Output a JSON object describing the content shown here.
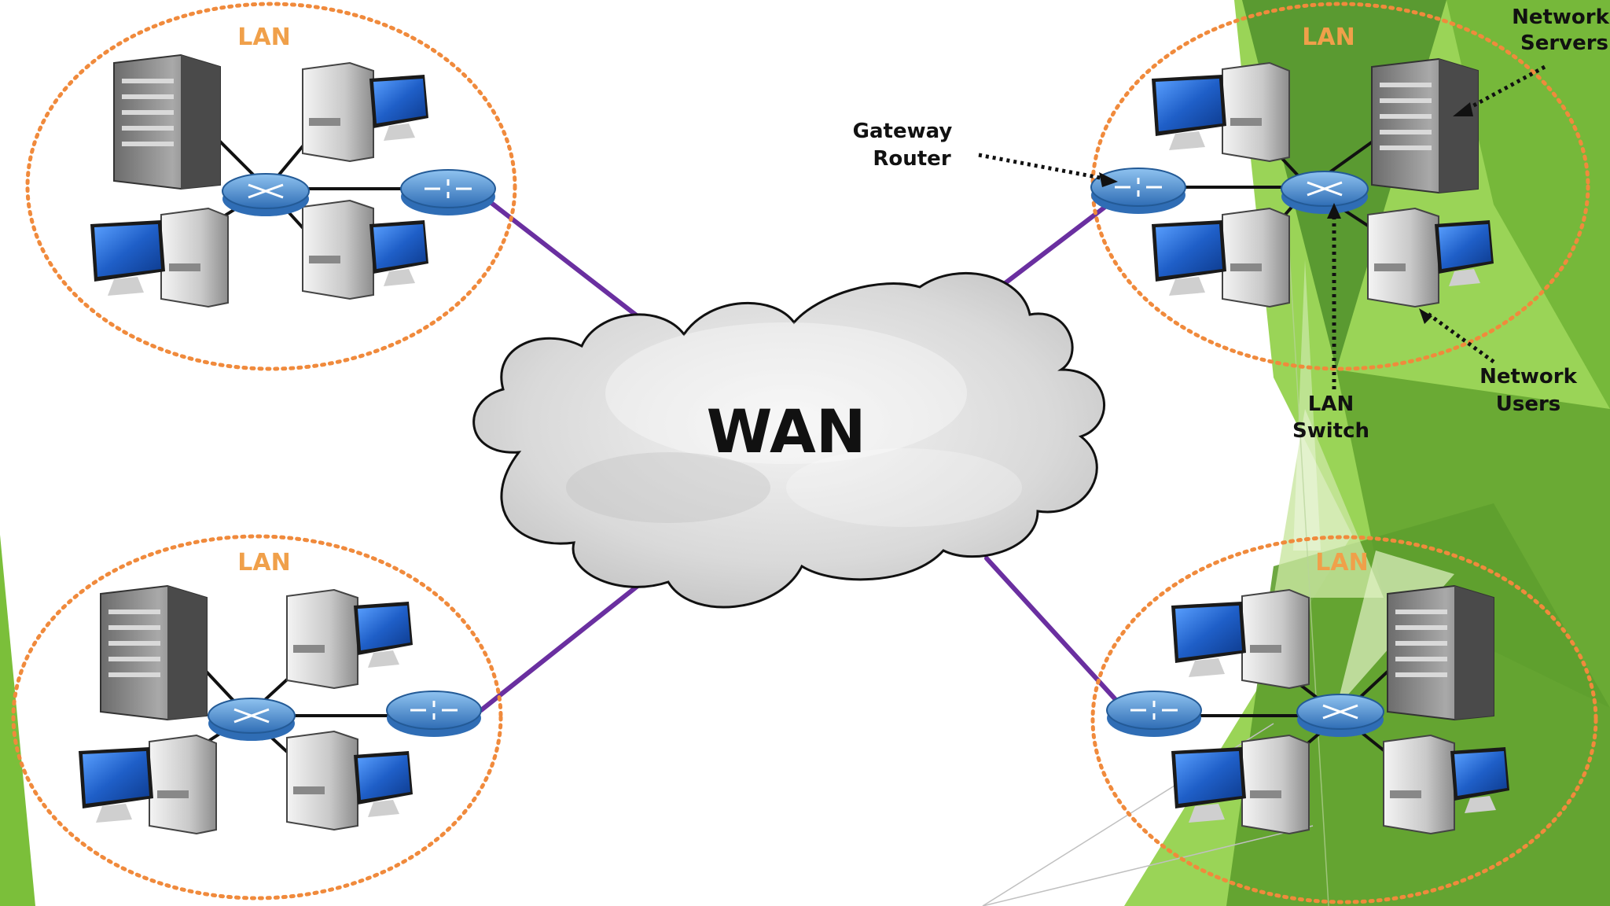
{
  "title": "",
  "cloud": {
    "label": "WAN"
  },
  "lan_label": "LAN",
  "annotations": {
    "gateway_router": [
      "Gateway",
      "Router"
    ],
    "network_servers": [
      "Network",
      "Servers"
    ],
    "lan_switch": [
      "LAN",
      "Switch"
    ],
    "network_users": [
      "Network",
      "Users"
    ]
  },
  "colors": {
    "lan_boundary": "#f08a3c",
    "lan_label": "#f0a04a",
    "wan_link": "#6a2fa0",
    "router": "#3a78c0",
    "monitor_screen": "#1f5fc8",
    "slide_green": "#7bbf3a",
    "slide_green_dark": "#4f8f2a"
  },
  "icons": {
    "server": "server-icon",
    "workstation": "desktop-computer-icon",
    "switch": "lan-switch-icon",
    "router": "gateway-router-icon",
    "cloud": "wan-cloud-icon"
  }
}
